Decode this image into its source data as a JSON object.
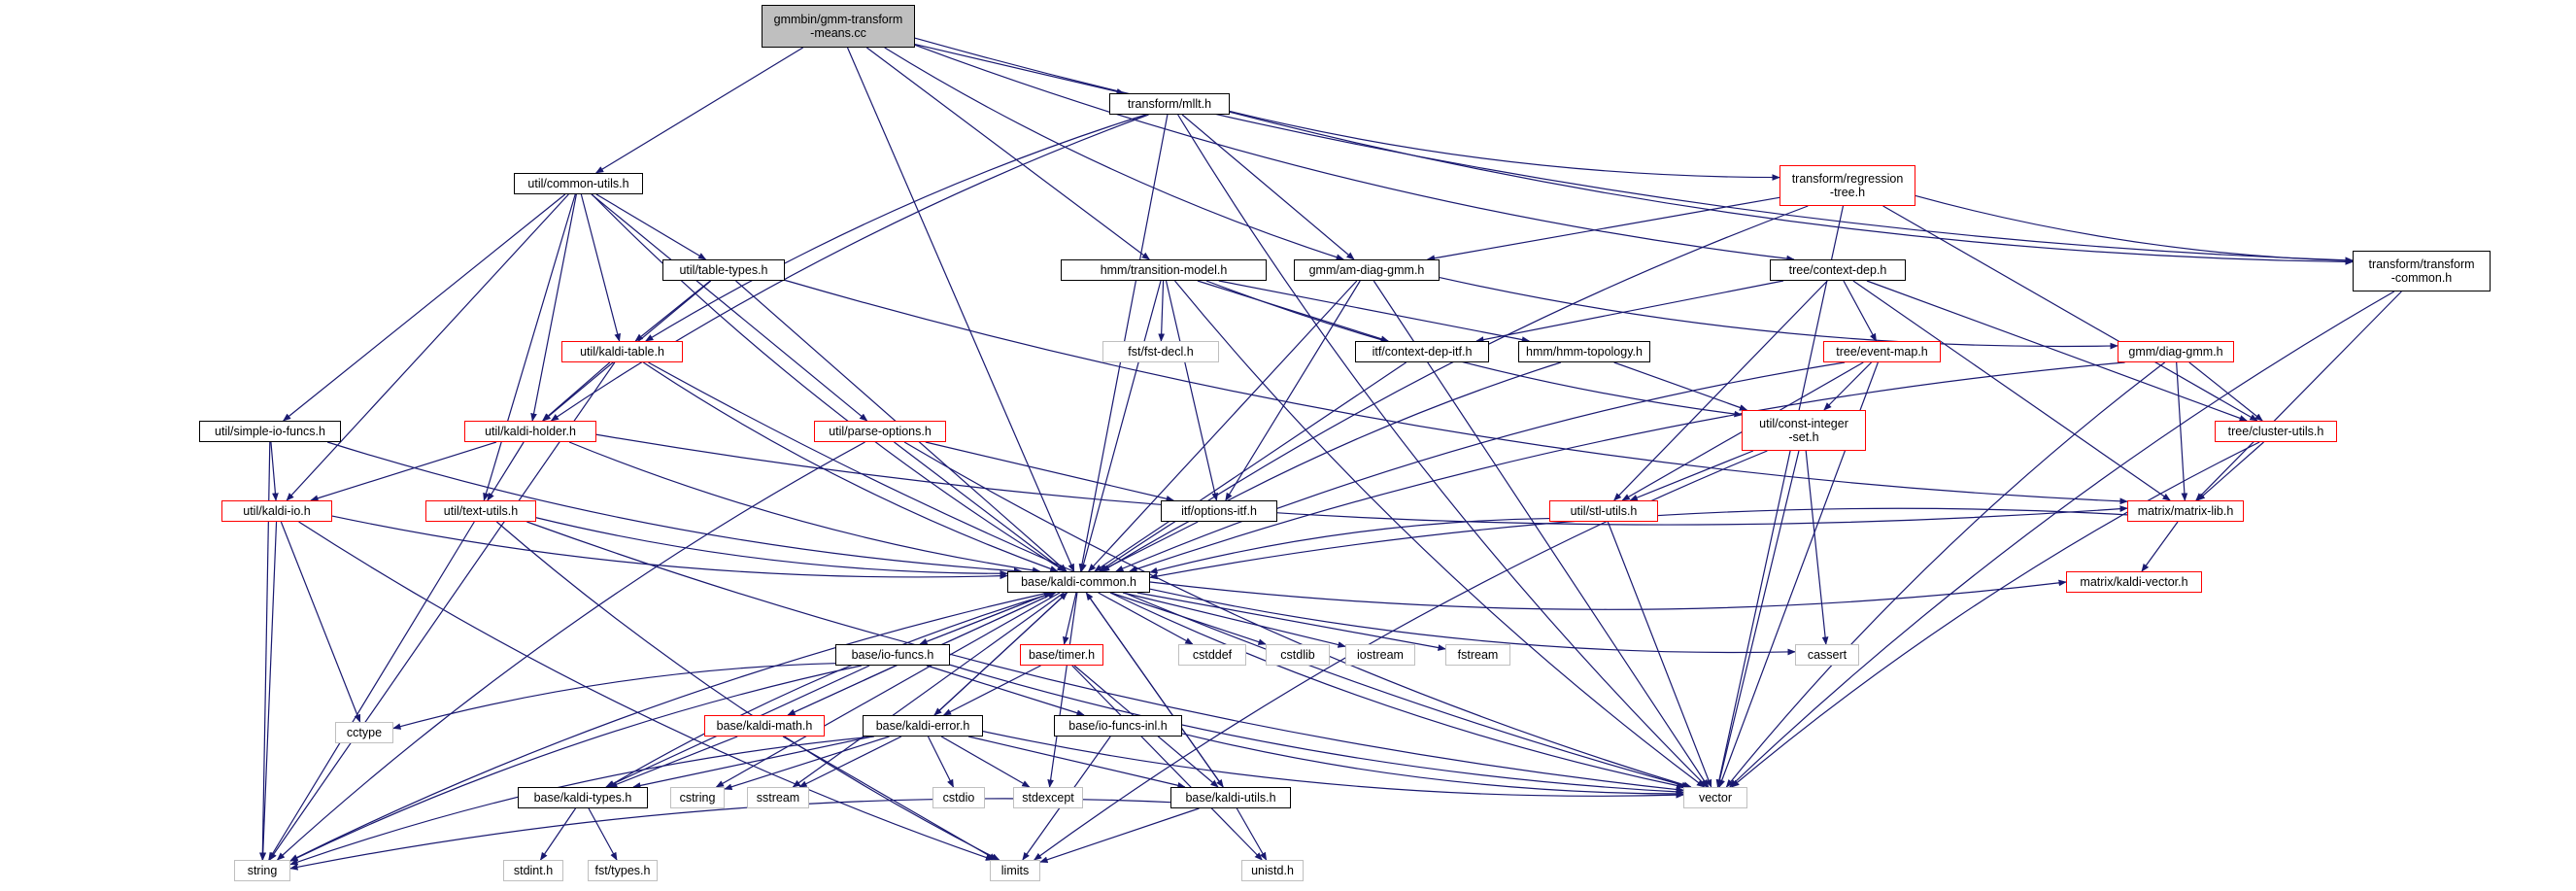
{
  "colors": {
    "edge": "#191970",
    "box_border": "#000000",
    "incomplete_border": "#ff0000",
    "external_border": "#bfbfbf",
    "root_fill": "#bfbfbf"
  },
  "nodes": {
    "root": {
      "lines": [
        "gmmbin/gmm-transform",
        "-means.cc"
      ]
    },
    "mllt": {
      "lines": [
        "transform/mllt.h"
      ]
    },
    "common_utils": {
      "lines": [
        "util/common-utils.h"
      ]
    },
    "regression_tree": {
      "lines": [
        "transform/regression",
        "-tree.h"
      ]
    },
    "transform_common": {
      "lines": [
        "transform/transform",
        "-common.h"
      ]
    },
    "table_types": {
      "lines": [
        "util/table-types.h"
      ]
    },
    "hmm_transition": {
      "lines": [
        "hmm/transition-model.h"
      ]
    },
    "am_diag_gmm": {
      "lines": [
        "gmm/am-diag-gmm.h"
      ]
    },
    "context_dep": {
      "lines": [
        "tree/context-dep.h"
      ]
    },
    "kaldi_table": {
      "lines": [
        "util/kaldi-table.h"
      ]
    },
    "fst_decl": {
      "lines": [
        "fst/fst-decl.h"
      ]
    },
    "context_dep_itf": {
      "lines": [
        "itf/context-dep-itf.h"
      ]
    },
    "hmm_topology": {
      "lines": [
        "hmm/hmm-topology.h"
      ]
    },
    "event_map": {
      "lines": [
        "tree/event-map.h"
      ]
    },
    "diag_gmm": {
      "lines": [
        "gmm/diag-gmm.h"
      ]
    },
    "simple_io": {
      "lines": [
        "util/simple-io-funcs.h"
      ]
    },
    "kaldi_holder": {
      "lines": [
        "util/kaldi-holder.h"
      ]
    },
    "parse_options": {
      "lines": [
        "util/parse-options.h"
      ]
    },
    "const_integer_set": {
      "lines": [
        "util/const-integer",
        "-set.h"
      ]
    },
    "cluster_utils": {
      "lines": [
        "tree/cluster-utils.h"
      ]
    },
    "kaldi_io": {
      "lines": [
        "util/kaldi-io.h"
      ]
    },
    "text_utils": {
      "lines": [
        "util/text-utils.h"
      ]
    },
    "options_itf": {
      "lines": [
        "itf/options-itf.h"
      ]
    },
    "stl_utils": {
      "lines": [
        "util/stl-utils.h"
      ]
    },
    "matrix_lib": {
      "lines": [
        "matrix/matrix-lib.h"
      ]
    },
    "kaldi_common": {
      "lines": [
        "base/kaldi-common.h"
      ]
    },
    "kaldi_vector": {
      "lines": [
        "matrix/kaldi-vector.h"
      ]
    },
    "io_funcs": {
      "lines": [
        "base/io-funcs.h"
      ]
    },
    "timer": {
      "lines": [
        "base/timer.h"
      ]
    },
    "cstddef": {
      "lines": [
        "cstddef"
      ]
    },
    "cstdlib": {
      "lines": [
        "cstdlib"
      ]
    },
    "iostream": {
      "lines": [
        "iostream"
      ]
    },
    "fstream": {
      "lines": [
        "fstream"
      ]
    },
    "cassert": {
      "lines": [
        "cassert"
      ]
    },
    "cctype": {
      "lines": [
        "cctype"
      ]
    },
    "io_funcs_inl": {
      "lines": [
        "base/io-funcs-inl.h"
      ]
    },
    "kaldi_math": {
      "lines": [
        "base/kaldi-math.h"
      ]
    },
    "kaldi_error": {
      "lines": [
        "base/kaldi-error.h"
      ]
    },
    "vector": {
      "lines": [
        "vector"
      ]
    },
    "kaldi_types": {
      "lines": [
        "base/kaldi-types.h"
      ]
    },
    "cstring": {
      "lines": [
        "cstring"
      ]
    },
    "sstream": {
      "lines": [
        "sstream"
      ]
    },
    "cstdio": {
      "lines": [
        "cstdio"
      ]
    },
    "stdexcept": {
      "lines": [
        "stdexcept"
      ]
    },
    "kaldi_utils": {
      "lines": [
        "base/kaldi-utils.h"
      ]
    },
    "string": {
      "lines": [
        "string"
      ]
    },
    "limits": {
      "lines": [
        "limits"
      ]
    },
    "stdint": {
      "lines": [
        "stdint.h"
      ]
    },
    "fst_types": {
      "lines": [
        "fst/types.h"
      ]
    },
    "unistd": {
      "lines": [
        "unistd.h"
      ]
    }
  }
}
